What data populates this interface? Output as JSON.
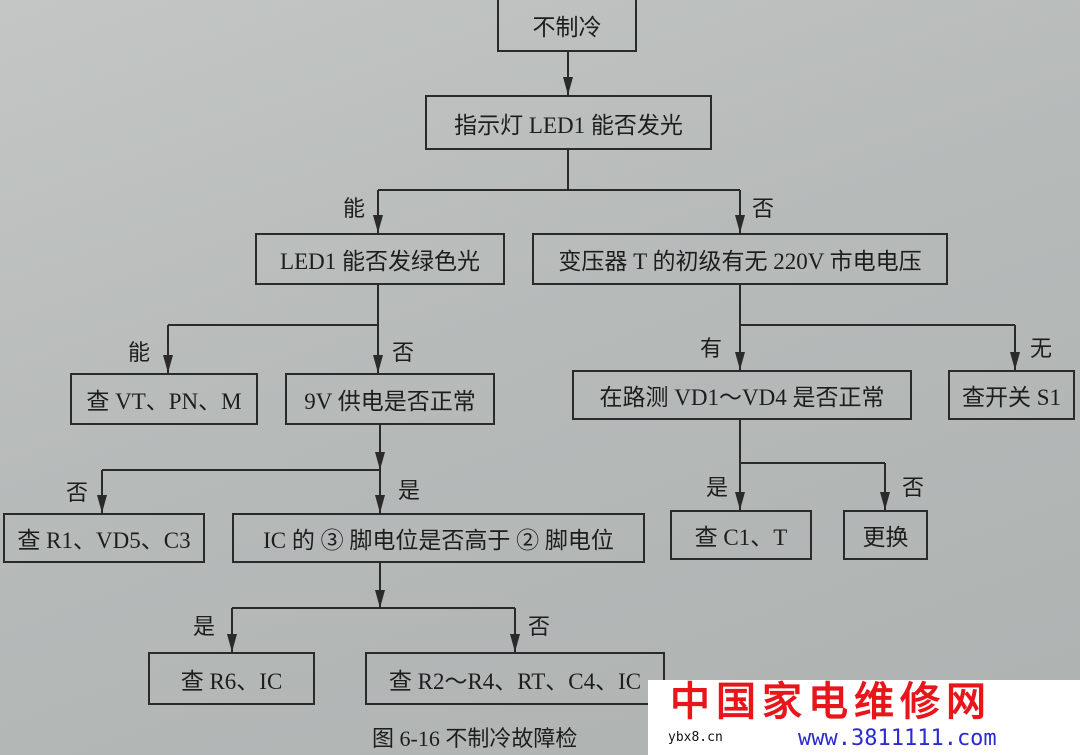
{
  "nodes": {
    "start": "不制冷",
    "led1_on": "指示灯 LED1 能否发光",
    "led1_green": "LED1 能否发绿色光",
    "transformer": "变压器 T 的初级有无 220V 市电电压",
    "check_vt": "查 VT、PN、M",
    "supply_9v": "9V 供电是否正常",
    "vd_test": "在路测 VD1～VD4 是否正常",
    "check_s1": "查开关 S1",
    "check_r1": "查 R1、VD5、C3",
    "ic_pin": "IC 的 ③ 脚电位是否高于 ② 脚电位",
    "check_c1": "查 C1、T",
    "replace": "更换",
    "check_r6": "查 R6、IC",
    "check_r2": "查 R2～R4、RT、C4、IC"
  },
  "edges": {
    "led1_yes": "能",
    "led1_no": "否",
    "green_yes": "能",
    "green_no": "否",
    "volt_yes": "有",
    "volt_no": "无",
    "v9_no": "否",
    "v9_yes": "是",
    "vd_yes": "是",
    "vd_no": "否",
    "ic_yes": "是",
    "ic_no": "否"
  },
  "caption": "图 6-16   不制冷故障检",
  "watermark": {
    "name": "中国家电维修网",
    "site": "ybx8.cn",
    "url": "www.3811111.com"
  }
}
